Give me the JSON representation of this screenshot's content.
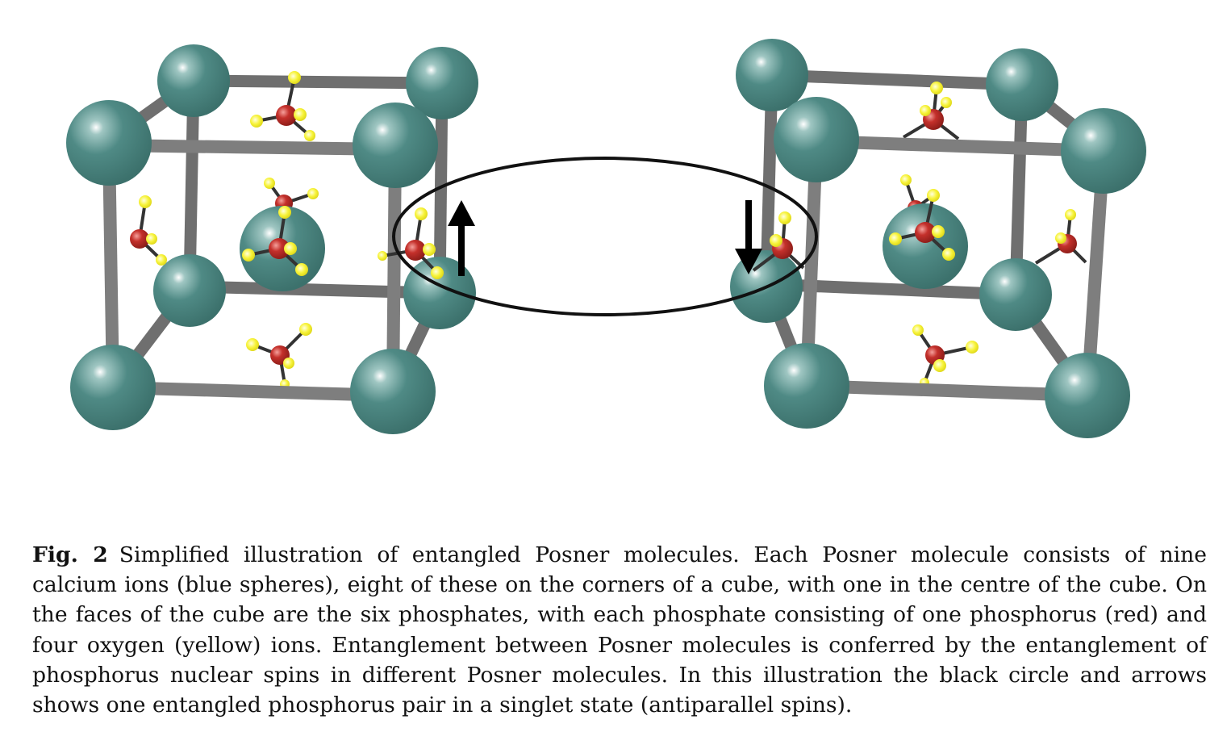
{
  "figure": {
    "label": "Fig. 2",
    "caption": "Simplified illustration of entangled Posner molecules. Each Posner molecule consists of nine calcium ions (blue spheres), eight of these on the corners of a cube, with one in the centre of the cube. On the faces of the cube are the six phosphates, with each phosphate consisting of one phosphorus (red) and four oxygen (yellow) ions. Entanglement between Posner molecules is conferred by the entanglement of phosphorus nuclear spins in different Posner molecules. In this illustration the black circle and arrows shows one entangled phosphorus pair in a singlet state (antiparallel spins)."
  },
  "colors": {
    "calcium": "#4f8a85",
    "phosphorus": "#c4302b",
    "oxygen": "#f7f33a",
    "bond": "#7a7a7a",
    "entanglement": "#111111"
  },
  "illustration": {
    "molecules": [
      {
        "name": "posner-molecule-left",
        "spin": "up"
      },
      {
        "name": "posner-molecule-right",
        "spin": "down"
      }
    ]
  }
}
